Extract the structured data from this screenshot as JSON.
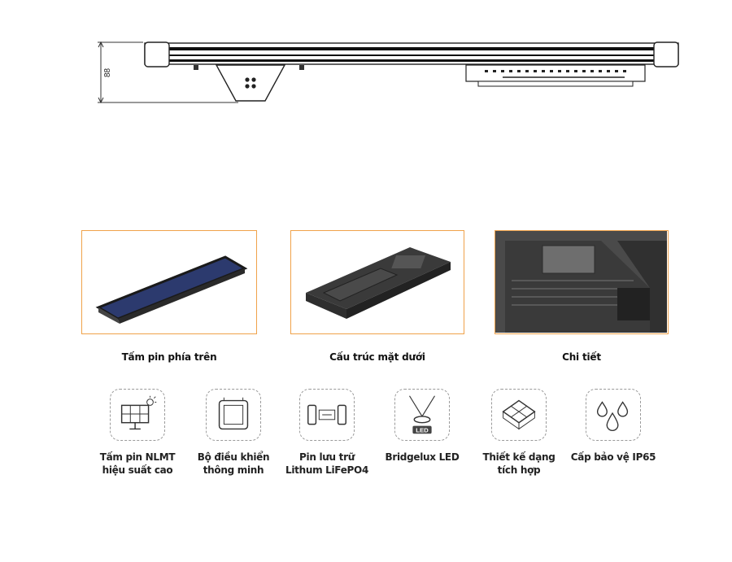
{
  "diagram": {
    "dimension": "88"
  },
  "photos": [
    {
      "caption": "Tấm pin phía trên"
    },
    {
      "caption": "Cấu trúc mặt dưới"
    },
    {
      "caption": "Chi tiết"
    }
  ],
  "features": [
    {
      "icon": "solar-panel-icon",
      "line1": "Tấm pin NLMT",
      "line2": "hiệu suất cao"
    },
    {
      "icon": "smart-controller-icon",
      "line1": "Bộ điều khiển",
      "line2": "thông minh"
    },
    {
      "icon": "battery-icon",
      "line1": "Pin lưu trữ",
      "line2": "Lithum LiFePO4"
    },
    {
      "icon": "led-chip-icon",
      "line1": "Bridgelux LED",
      "line2": "",
      "badge": "LED"
    },
    {
      "icon": "puzzle-icon",
      "line1": "Thiết kế dạng",
      "line2": "tích hợp"
    },
    {
      "icon": "water-drops-icon",
      "line1": "Cấp bảo vệ IP65",
      "line2": ""
    }
  ],
  "colors": {
    "photo_border": "#f0a24a",
    "panel_blue": "#2c3a6e",
    "housing_gray": "#3d3d3d"
  }
}
